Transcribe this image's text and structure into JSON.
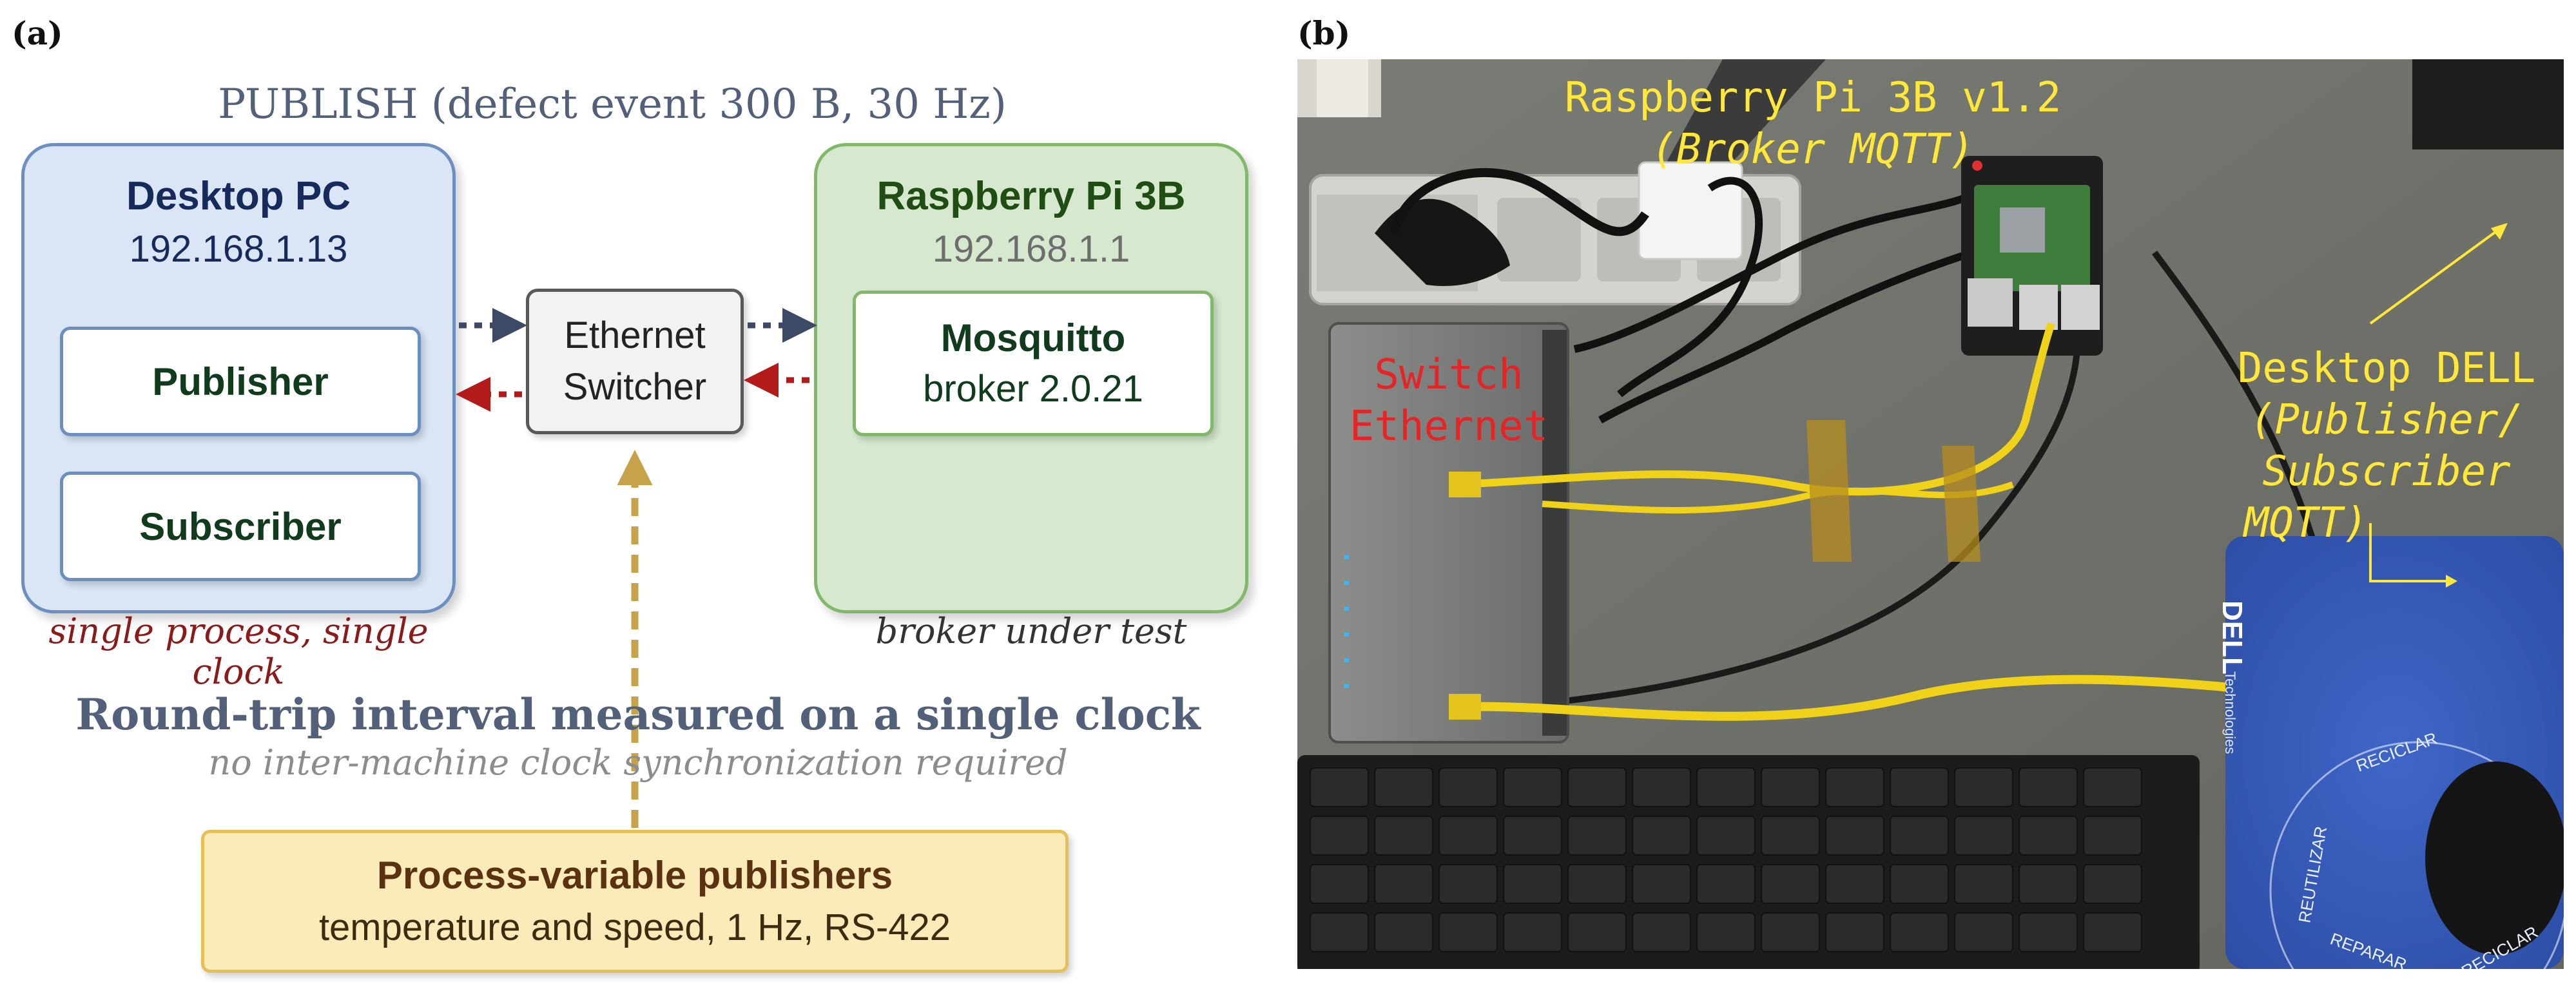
{
  "panel_a": {
    "letter": "(a)",
    "publish_caption": "PUBLISH (defect event 300 B, 30 Hz)",
    "desktop": {
      "title": "Desktop PC",
      "ip": "192.168.1.13",
      "publisher": "Publisher",
      "subscriber": "Subscriber",
      "note": "single process, single clock"
    },
    "switch": {
      "line1": "Ethernet",
      "line2": "Switcher"
    },
    "pi": {
      "title": "Raspberry Pi 3B",
      "ip": "192.168.1.1",
      "mosquitto": "Mosquitto",
      "broker": "broker 2.0.21",
      "note": "broker under test"
    },
    "roundtrip": "Round-trip interval measured on a single clock",
    "roundtrip_sub": "no inter-machine clock synchronization required",
    "process": {
      "title": "Process-variable publishers",
      "detail": "temperature and speed, 1 Hz, RS-422"
    },
    "colors": {
      "desktop_fill": "#dae6f5",
      "desktop_border": "#6d8fbf",
      "pi_fill": "#d6e9cf",
      "pi_border": "#82b86a",
      "switch_fill": "#f2f2f2",
      "process_fill": "#fbebb9",
      "process_border": "#e5bf57",
      "arrow_blue": "#3d4a66",
      "arrow_red": "#b31a1a",
      "arrow_gold": "#c6a24a"
    }
  },
  "panel_b": {
    "letter": "(b)",
    "labels": {
      "pi_line1": "Raspberry Pi 3B v1.2",
      "pi_line2": "(Broker MQTT)",
      "switch_line1": "Switch",
      "switch_line2": "Ethernet",
      "desktop_line1": "Desktop DELL",
      "desktop_line2": "(Publisher/",
      "desktop_line3": "Subscriber",
      "desktop_line4": "MQTT)"
    },
    "mousepad_brand": "DELL",
    "mousepad_sub": "Technologies",
    "mousepad_ring": [
      "RECICLAR",
      "REUTILIZAR",
      "REPARAR",
      "RECICLAR"
    ]
  }
}
